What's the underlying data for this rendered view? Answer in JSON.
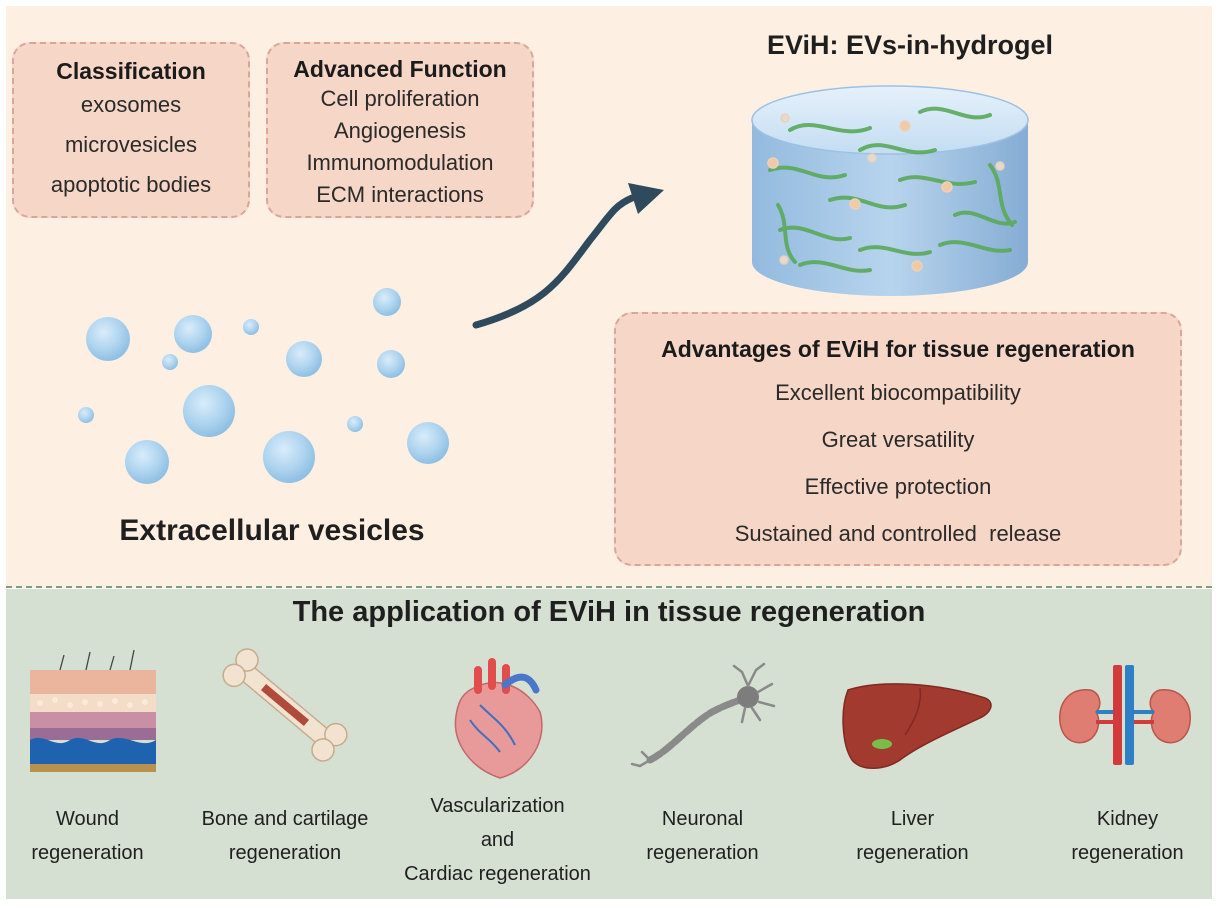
{
  "evih_title": "EViH: EVs-in-hydrogel",
  "classification": {
    "heading": "Classification",
    "items": [
      "exosomes",
      "microvesicles",
      "apoptotic bodies"
    ]
  },
  "advanced_function": {
    "heading": "Advanced Function",
    "items": [
      "Cell proliferation",
      "Angiogenesis",
      "Immunomodulation",
      "ECM interactions"
    ]
  },
  "ev_label": "Extracellular vesicles",
  "advantages": {
    "heading": "Advantages of EViH for tissue regeneration",
    "items": [
      "Excellent biocompatibility",
      "Great versatility",
      "Effective protection",
      "Sustained and controlled  release"
    ]
  },
  "application_title": "The application of EViH in tissue regeneration",
  "applications": [
    {
      "icon": "skin-layers-icon",
      "lines": [
        "Wound",
        "regeneration"
      ]
    },
    {
      "icon": "bone-icon",
      "lines": [
        "Bone and cartilage",
        "regeneration"
      ]
    },
    {
      "icon": "heart-icon",
      "lines": [
        "Vascularization",
        "and",
        "Cardiac regeneration"
      ]
    },
    {
      "icon": "neuron-icon",
      "lines": [
        "Neuronal",
        "regeneration"
      ]
    },
    {
      "icon": "liver-icon",
      "lines": [
        "Liver",
        "regeneration"
      ]
    },
    {
      "icon": "kidney-icon",
      "lines": [
        "Kidney",
        "regeneration"
      ]
    }
  ],
  "colors": {
    "top_background": "#fdefe2",
    "bottom_background": "#d6e0d2",
    "box_fill": "#f6d6c7",
    "box_border": "#d8a79a",
    "vesicle": "#aed4ef",
    "hydrogel": "#9dc3e6",
    "fiber": "#5aa95a",
    "arrow": "#2f4a5c"
  }
}
